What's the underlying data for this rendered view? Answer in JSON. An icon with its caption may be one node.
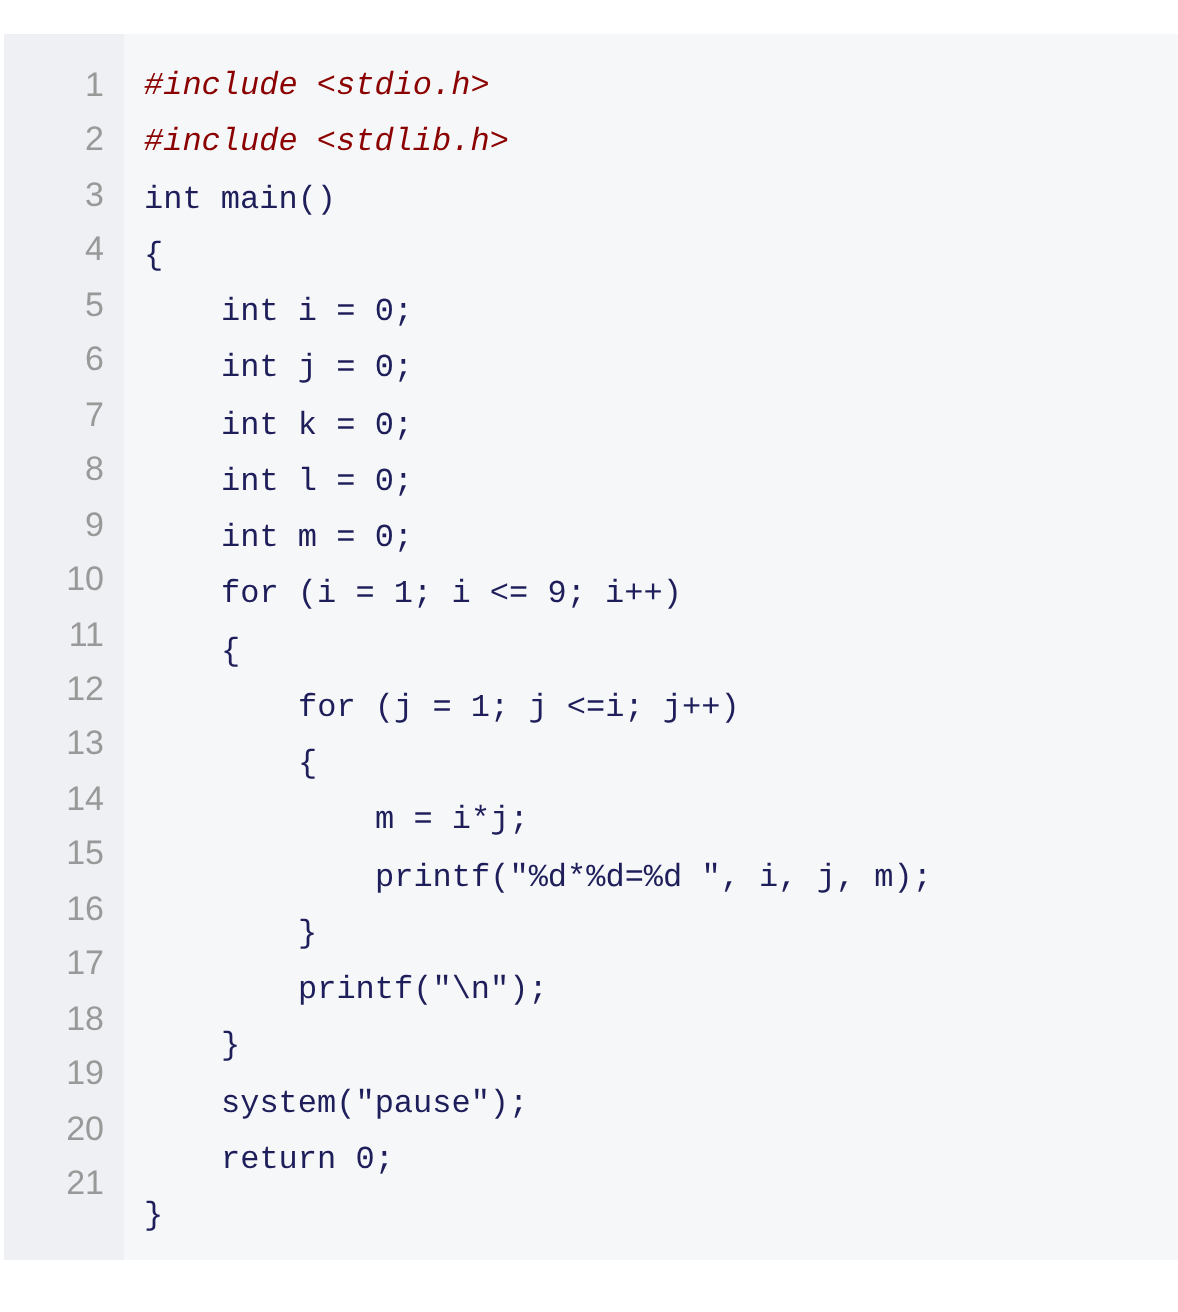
{
  "diagram": {
    "labels": [
      "1",
      "2",
      "3",
      "4",
      "5",
      "6",
      "7",
      "8",
      "9",
      "10",
      "11",
      "12",
      "13",
      "14",
      "15",
      "16",
      "17",
      "18",
      "19",
      "20",
      "21",
      "#include <stdio.h>",
      "#include <stdlib.h>",
      "int main()",
      "{",
      "int i = 0;",
      "int j = 0;",
      "int k = 0;",
      "int l = 0;",
      "int m = 0;",
      "for (i = 1; i <= 9; i++)",
      "{",
      "for (j = 1; j <=i; j++)",
      "{",
      "m = i*j;",
      "printf(\"%d*%d=%d \", i, j, m);",
      "}",
      "printf(\"\\n\");",
      "}",
      "system(\"pause\");",
      "return 0;",
      "}"
    ]
  }
}
